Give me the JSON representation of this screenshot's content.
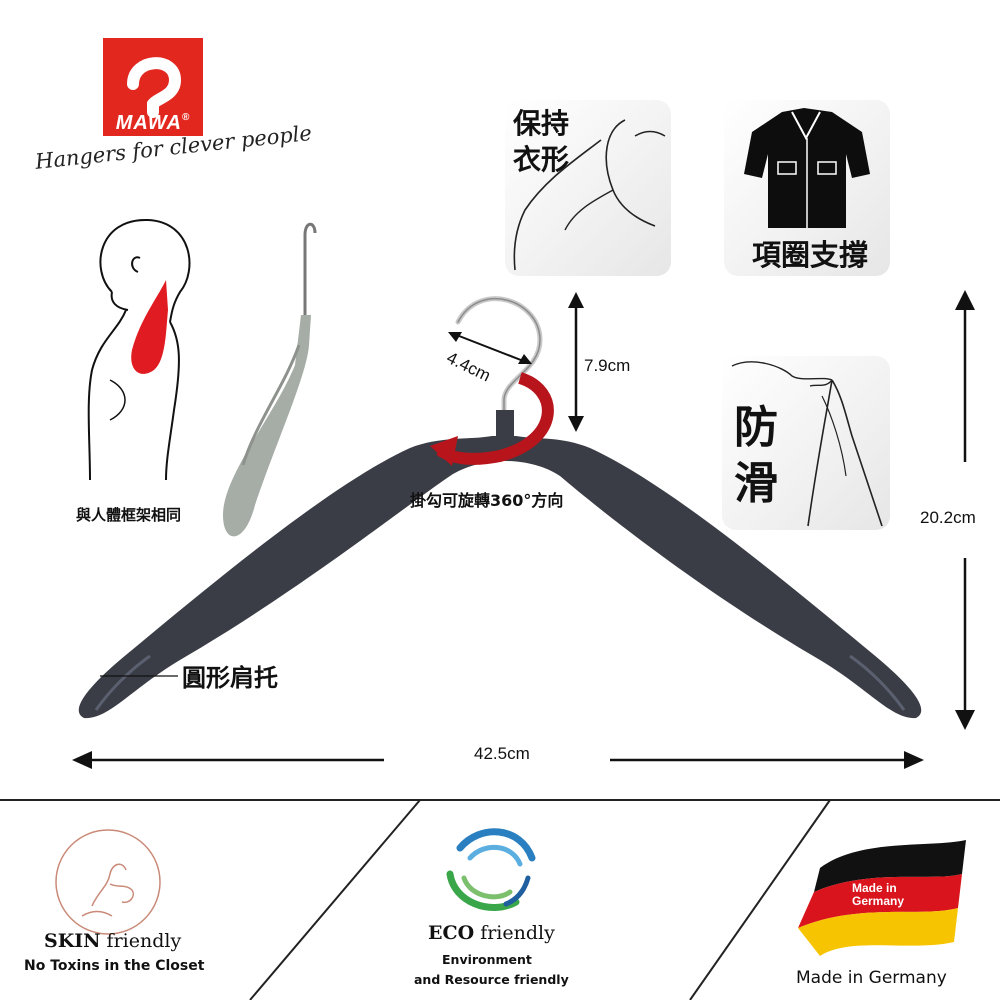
{
  "brand": {
    "logo_text": "MAWA",
    "registered": "®",
    "tagline": "Hangers for clever people"
  },
  "features": {
    "body_frame": "與人體框架相同",
    "keep_shape_line1": "保持",
    "keep_shape_line2": "衣形",
    "collar_support": "項圈支撐",
    "anti_slip_line1": "防",
    "anti_slip_line2": "滑",
    "hook_rotation": "掛勾可旋轉360°方向",
    "round_shoulder": "圓形肩托"
  },
  "measurements": {
    "hook_width": "4.4cm",
    "hook_height": "7.9cm",
    "total_height": "20.2cm",
    "total_width": "42.5cm"
  },
  "badges": {
    "skin_title_bold": "SKIN",
    "skin_title_rest": " friendly",
    "skin_sub": "No Toxins in the Closet",
    "eco_title_bold": "ECO",
    "eco_title_rest": " friendly",
    "eco_sub_line1": "Environment",
    "eco_sub_line2": "and Resource friendly",
    "flag_text_line1": "Made in",
    "flag_text_line2": "Germany",
    "made_in": "Made in Germany"
  },
  "colors": {
    "brand_red": "#e2271f",
    "hanger_dark": "#3a3d45",
    "eco_blue": "#2a7fc0",
    "eco_green": "#3aa64a",
    "skin_line": "#c98a78"
  }
}
